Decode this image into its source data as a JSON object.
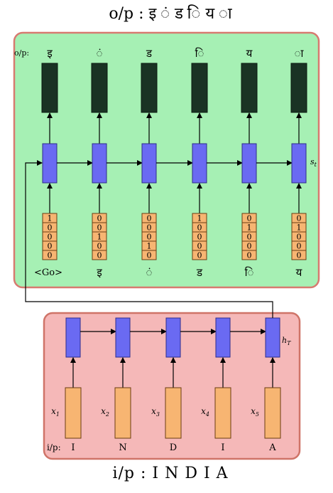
{
  "title_top": "o/p : इ ं ड ि य ा",
  "title_bottom": "i/p : I N D I A",
  "decoder": {
    "row_label": "o/p:",
    "outputs": [
      "इ",
      "ं",
      "ड",
      "ि",
      "य",
      "ा"
    ],
    "state_label": "s",
    "state_sub": "t",
    "go_token": "<Go>",
    "inputs": [
      "इ",
      "ं",
      "ड",
      "ि",
      "य"
    ],
    "onehot": [
      [
        "1",
        "0",
        "0",
        "0",
        "0"
      ],
      [
        "0",
        "0",
        "1",
        "0",
        "0"
      ],
      [
        "0",
        "0",
        "0",
        "1",
        "0"
      ],
      [
        "1",
        "0",
        "0",
        "0",
        "0"
      ],
      [
        "0",
        "1",
        "0",
        "0",
        "0"
      ],
      [
        "0",
        "1",
        "0",
        "0",
        "0"
      ]
    ]
  },
  "encoder": {
    "hidden_label": "h",
    "hidden_sub": "T",
    "x_labels": [
      {
        "base": "x",
        "sub": "1"
      },
      {
        "base": "x",
        "sub": "2"
      },
      {
        "base": "x",
        "sub": "3"
      },
      {
        "base": "x",
        "sub": "4"
      },
      {
        "base": "x",
        "sub": "5"
      }
    ],
    "row_label": "i/p:",
    "inputs": [
      "I",
      "N",
      "D",
      "I",
      "A"
    ]
  },
  "colors": {
    "decoder_bg": "#a6f0b4",
    "decoder_border": "#d77a70",
    "encoder_bg": "#f5b8b8",
    "encoder_border": "#cf7468",
    "rnn_cell": "#6a6af2",
    "output_cell": "#1a3324",
    "input_cell": "#f7b572",
    "arrow": "#000000"
  }
}
